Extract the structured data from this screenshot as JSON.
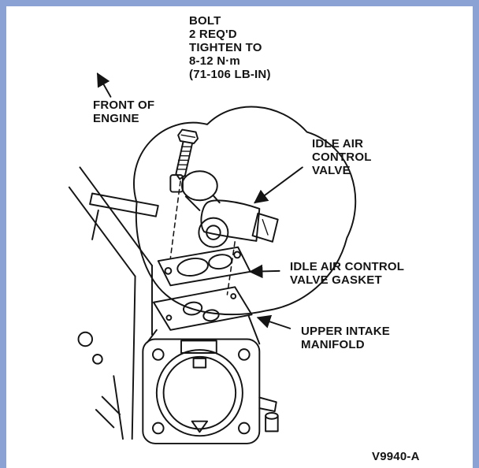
{
  "colors": {
    "frame": "#8ba2d4",
    "ink": "#141414",
    "paper": "#ffffff"
  },
  "figure": {
    "code": "V9940-A",
    "labels": {
      "bolt_note": {
        "lines": [
          "BOLT",
          "2 REQ'D",
          "TIGHTEN TO",
          "8-12 N·m",
          "(71-106 LB-IN)"
        ]
      },
      "front_of_engine": {
        "lines": [
          "FRONT OF",
          "ENGINE"
        ]
      },
      "idle_air_control_valve": {
        "lines": [
          "IDLE AIR",
          "CONTROL",
          "VALVE"
        ]
      },
      "idle_air_control_valve_gasket": {
        "lines": [
          "IDLE AIR CONTROL",
          "VALVE GASKET"
        ]
      },
      "upper_intake_manifold": {
        "lines": [
          "UPPER INTAKE",
          "MANIFOLD"
        ]
      }
    }
  }
}
